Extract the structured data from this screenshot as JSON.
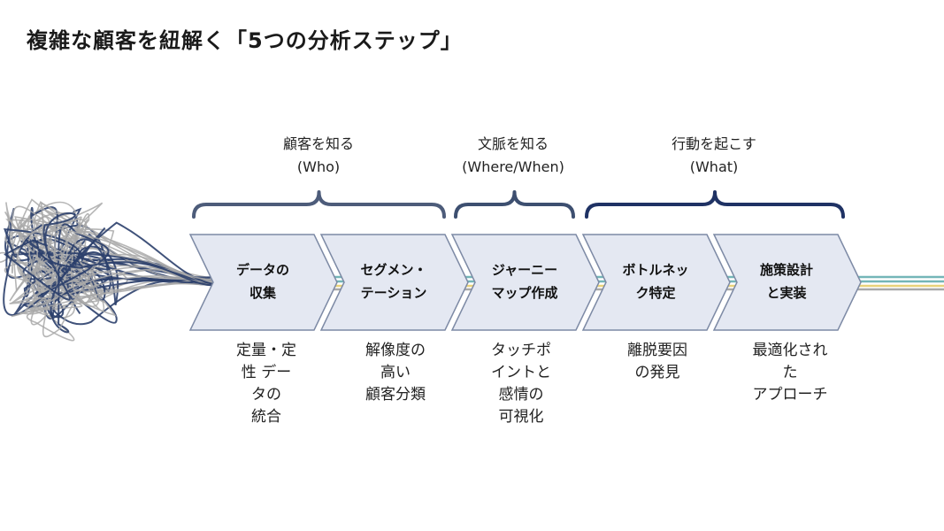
{
  "page": {
    "title": "複雑な顧客を紐解く「5つの分析ステップ」"
  },
  "groups": [
    {
      "name": "顧客を知る",
      "sub": "(Who)"
    },
    {
      "name": "文脈を知る",
      "sub": "(Where/When)"
    },
    {
      "name": "行動を起こす",
      "sub": "(What)"
    }
  ],
  "steps": [
    {
      "title": [
        "データの",
        "収集"
      ],
      "desc": [
        "定量・定",
        "性 デー",
        "タの",
        "統合"
      ]
    },
    {
      "title": [
        "セグメン・",
        "テーション"
      ],
      "desc": [
        "解像度の",
        "高い",
        "顧客分類"
      ]
    },
    {
      "title": [
        "ジャーニー",
        "マップ作成"
      ],
      "desc": [
        "タッチポ",
        "イントと",
        "感情の",
        "可視化"
      ]
    },
    {
      "title": [
        "ボトルネッ",
        "ク特定"
      ],
      "desc": [
        "離脱要因",
        "の発見"
      ]
    },
    {
      "title": [
        "施策設計",
        "と実装"
      ],
      "desc": [
        "最適化され",
        "た",
        "アプローチ"
      ]
    }
  ],
  "colors": {
    "chevron_fill": "#e4e8f2",
    "chevron_stroke": "#7d8aa5",
    "brace_who": "#4d5c7a",
    "brace_where": "#3d4f70",
    "brace_what": "#1f3264",
    "thread_navy": "#2b3f6b",
    "thread_gray": "#a9a9a9",
    "stream_teal": "#74b6b8",
    "stream_yellow": "#e8d27a"
  }
}
